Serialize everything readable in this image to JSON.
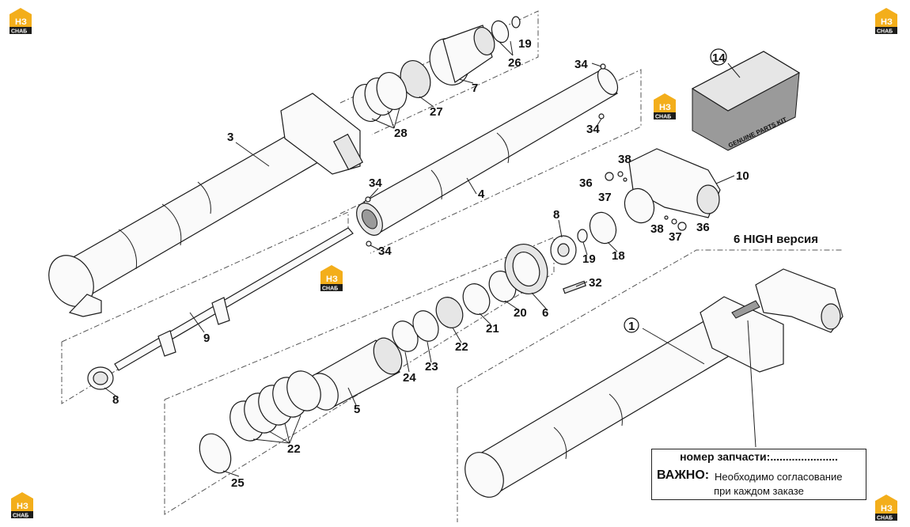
{
  "diagram": {
    "callouts": [
      "1",
      "3",
      "4",
      "5",
      "6",
      "7",
      "8",
      "8",
      "9",
      "10",
      "14",
      "18",
      "19",
      "19",
      "20",
      "21",
      "22",
      "22",
      "23",
      "24",
      "25",
      "26",
      "27",
      "28",
      "32",
      "34",
      "34",
      "34",
      "34",
      "36",
      "36",
      "37",
      "37",
      "38",
      "38"
    ],
    "variant_label": "6 HIGH версия",
    "kit_box_label": "GENUINE PARTS KIT"
  },
  "info_box": {
    "part_number_label": "номер запчасти:......................",
    "important_label": "ВАЖНО:",
    "important_text": "Необходимо согласование",
    "important_text2": "при каждом заказе"
  },
  "watermark": {
    "top": "НЗ",
    "bottom": "СНАБ",
    "colors": {
      "box": "#f3ae1b",
      "bar": "#1d1d1b"
    }
  }
}
